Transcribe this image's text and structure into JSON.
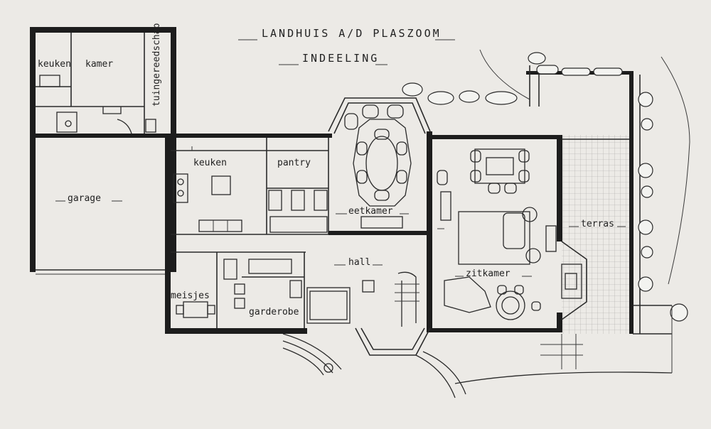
{
  "title": "LANDHUIS A/D PLASZOOM",
  "subtitle": "INDEELING",
  "rooms": {
    "keuken_small": "keuken",
    "kamer": "kamer",
    "tuingereedschap": "tuingereedschap",
    "garage": "garage",
    "keuken": "keuken",
    "pantry": "pantry",
    "eetkamer": "eetkamer",
    "hall": "hall",
    "meisjes": "meisjes",
    "garderobe": "garderobe",
    "zitkamer": "zitkamer",
    "terras": "terras"
  },
  "colors": {
    "ink": "#1d1d1d",
    "paper": "#eceae6"
  }
}
